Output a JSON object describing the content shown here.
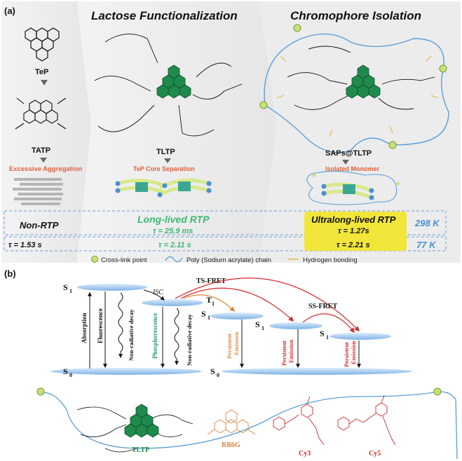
{
  "panel_a": {
    "label": "(a)",
    "titles": {
      "lactose": "Lactose  Functionalization",
      "chromophore": "Chromophore  Isolation"
    },
    "compounds": {
      "tep": "TeP",
      "tatp": "TATP",
      "tltp": "TLTP",
      "saps": "SAPs@TLTP"
    },
    "notes": {
      "aggregation": "Excessive  Aggregation",
      "separation": "TeP Core Separation",
      "isolated": "Isolated Monomer"
    },
    "rtp": {
      "non": "Non-RTP",
      "long": "Long-lived RTP",
      "ultra": "Ultralong-lived RTP"
    },
    "lifetimes": {
      "tatp_77": "τ = 1.53 s",
      "tltp_298": "τ = 25.9 ms",
      "tltp_77": "τ = 2.11 s",
      "saps_298": "τ = 1.27s",
      "saps_77": "τ = 2.21 s"
    },
    "temps": {
      "t298": "298 K",
      "t77": "77 K"
    },
    "legend": {
      "crosslink": "Cross-link point",
      "chain": "Poly (Sodium acrylate) chain",
      "hbond": "Hydrogen bonding"
    },
    "colors": {
      "green_core": "#1f8a4c",
      "red_note": "#e0603a",
      "rtp_green": "#3cb878",
      "highlight": "#f2e63a",
      "temp_blue": "#4a90d6",
      "chain_blue": "#5b9fd8",
      "crosslink_green": "#c6e27a"
    }
  },
  "panel_b": {
    "label": "(b)",
    "states": {
      "s1_left": "S",
      "s1_sub": "1",
      "t1": "T",
      "t1_sub": "1",
      "s0": "S",
      "s0_sub": "0"
    },
    "processes": {
      "isc": "ISC",
      "tsfret": "TS-FRET",
      "ssfret": "SS-FRET",
      "absorption": "Absorption",
      "fluorescence": "Fluorescence",
      "nonrad": "Non-radiative decay",
      "phosphorescence": "Phosphorescence",
      "persistent": "Persistent",
      "emission": "Emission"
    },
    "dyes": {
      "tltp": "TLTP",
      "rb6g": "RB6G",
      "cy3": "Cy3",
      "cy5": "Cy5"
    },
    "colors": {
      "orange": "#d9883e",
      "red": "#d8272b",
      "teal": "#2a9a7a",
      "level_blue": "#a9cdef"
    }
  }
}
